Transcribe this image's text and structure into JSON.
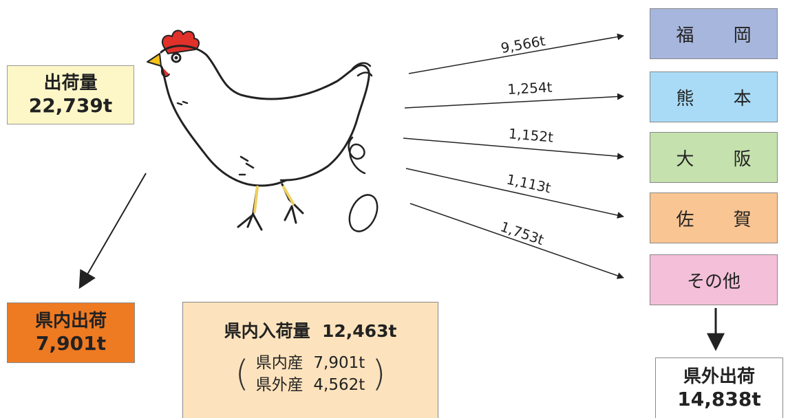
{
  "source": {
    "title": "出荷量",
    "value": "22,739t",
    "bg": "#fdf7c8"
  },
  "flows": [
    {
      "label": "9,566t",
      "dest": "福　岡",
      "color": "#a7b6dc"
    },
    {
      "label": "1,254t",
      "dest": "熊　本",
      "color": "#a9dbf6"
    },
    {
      "label": "1,152t",
      "dest": "大　阪",
      "color": "#c5e1ae"
    },
    {
      "label": "1,113t",
      "dest": "佐　賀",
      "color": "#f9c593"
    },
    {
      "label": "1,753t",
      "dest": "その他",
      "color": "#f3bfd9"
    }
  ],
  "local_shipment": {
    "title": "県内出荷",
    "value": "7,901t",
    "bg": "#ee7a22"
  },
  "local_receipt": {
    "title": "県内入荷量  12,463t",
    "line1": "県内産  7,901t",
    "line2": "県外産  4,562t",
    "bg": "#fde3bd"
  },
  "outside_shipment": {
    "title": "県外出荷",
    "value": "14,838t"
  },
  "illustration": {
    "name": "chicken-illustration"
  }
}
